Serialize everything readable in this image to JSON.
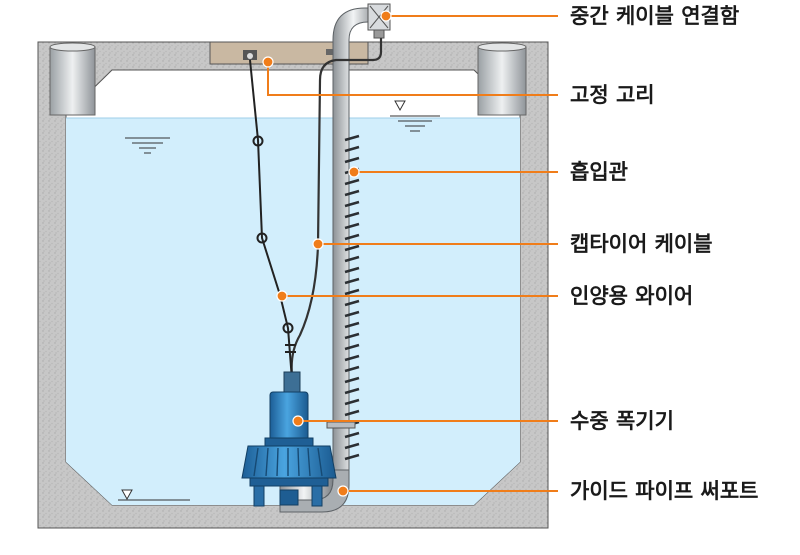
{
  "labels": {
    "junction_box": "중간 케이블 연결함",
    "lifting_hook": "고정 고리",
    "discharge_pipe": "흡입관",
    "cabtyre_cable": "캡타이어 케이블",
    "lifting_wire": "인양용 와이어",
    "aerator": "수중 폭기기",
    "guide_pipe_support": "가이드 파이프 써포트"
  },
  "colors": {
    "leader_line": "#f07d1a",
    "water": "#d2eefc",
    "concrete": "#c4c4c4",
    "pump_body": "#2e86c9"
  }
}
